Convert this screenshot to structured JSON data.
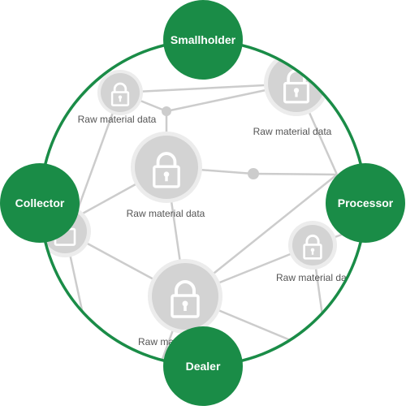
{
  "colors": {
    "brand_green": "#1a8c47",
    "node_fill": "#d3d3d3",
    "node_ring": "#ececec",
    "edge": "#cccccc",
    "lock_icon": "#ffffff",
    "label_text": "#555555"
  },
  "roles": {
    "top": "Smallholder",
    "left": "Collector",
    "right": "Processor",
    "bottom": "Dealer"
  },
  "data_nodes": [
    {
      "id": "n1",
      "label": "Raw material data",
      "icon": "lock-icon"
    },
    {
      "id": "n2",
      "label": "Raw material data",
      "icon": "lock-icon"
    },
    {
      "id": "n3",
      "label": "Raw material data",
      "icon": "lock-icon"
    },
    {
      "id": "n4",
      "label": "",
      "icon": "lock-icon"
    },
    {
      "id": "n5",
      "label": "Raw material da",
      "icon": "lock-icon"
    },
    {
      "id": "n6",
      "label": "Raw ma",
      "icon": "lock-icon"
    }
  ]
}
